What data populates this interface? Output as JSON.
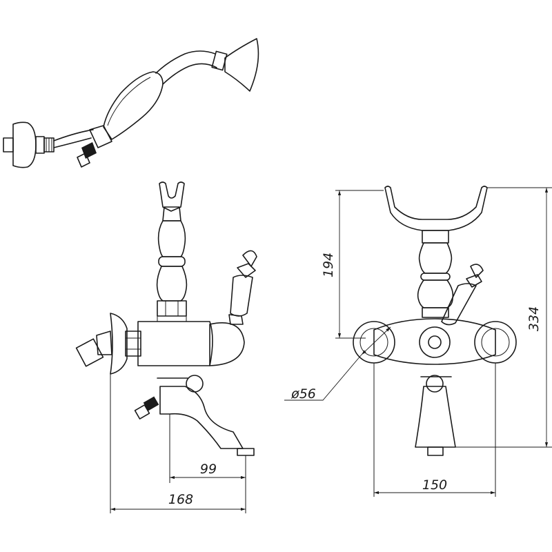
{
  "colors": {
    "line": "#1a1a1a",
    "background": "#ffffff"
  },
  "dimensions": {
    "total_height": "334",
    "holder_height": "194",
    "rosette_diameter": "ø56",
    "center_width": "150",
    "spout_reach": "99",
    "overall_depth": "168"
  }
}
